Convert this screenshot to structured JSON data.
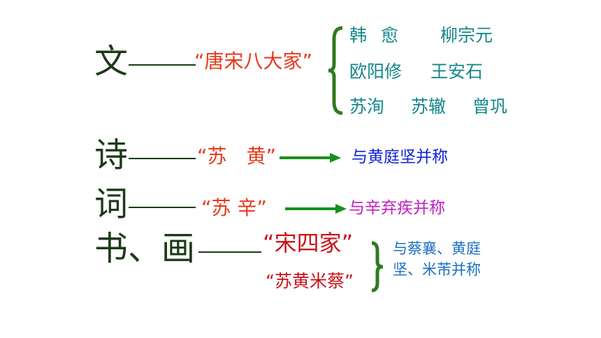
{
  "rows": {
    "wen": {
      "label": "文",
      "title": "“唐宋八大家”",
      "names": [
        "韩",
        "愈",
        "柳宗元",
        "欧阳修",
        "王安石",
        "苏洵",
        "苏辙",
        "曾巩"
      ]
    },
    "shi": {
      "label": "诗",
      "title": "“苏　黄”",
      "note": "与黄庭坚并称"
    },
    "ci": {
      "label": "词",
      "title": "“苏 辛”",
      "note": "与辛弃疾并称"
    },
    "shuhua": {
      "label": "书、画",
      "title1": "“宋四家”",
      "title2": "“苏黄米蔡”",
      "note_line1": "与蔡襄、黄庭",
      "note_line2": "坚、米芾并称"
    }
  },
  "colors": {
    "label": "#1c3a17",
    "red": "#e8391a",
    "dark_red": "#c8141a",
    "teal": "#14878a",
    "blue": "#1020d8",
    "magenta": "#c020c0",
    "brace": "#2f7a1f",
    "arrow": "#16901e"
  }
}
